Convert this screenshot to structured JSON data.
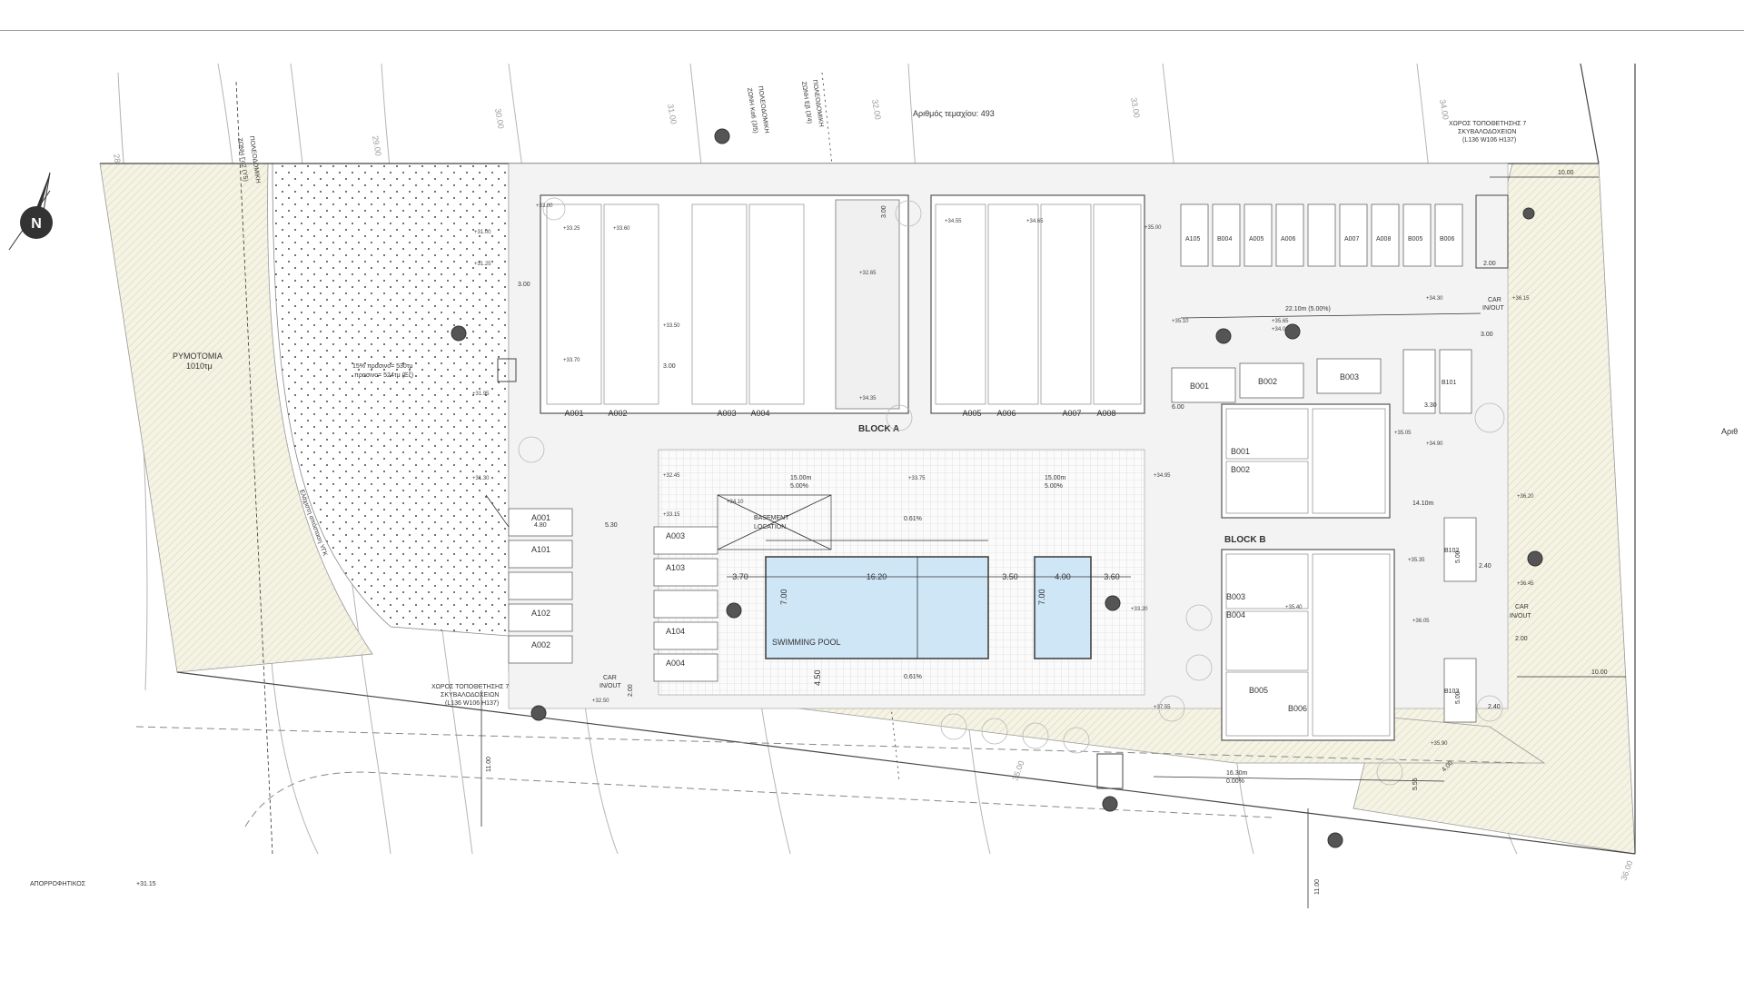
{
  "plot": {
    "parcel_label": "Αριθμός τεμαχίου: 493",
    "road_label": "ΡΥΜΟΤΟΜΙΑ",
    "road_area": "1010τμ",
    "green_line1": "15% πρασινο= 530τμ",
    "green_line2": "πρασινο= 524τμ (Εξ)",
    "zone_left_line1": "ΠΟΛΕΟΔΟΜΙΚΗ",
    "zone_left_line2": "ΖΩΝΗ Γα2 (Υ5)",
    "zone_center_line1": "ΠΟΛΕΟΔΟΜΙΚΗ",
    "zone_center_line2": "ΖΩΝΗ Κα6 (3/5)",
    "zone_right_line1": "ΠΟΛΕΟΔΟΜΙΚΗ",
    "zone_right_line2": "ΖΩΝΗ Εβ (3/4)",
    "green_strip_text": "Ελάχιστη απόσταση ΥΓΚ",
    "bin_area_top_line1": "ΧΩΡΟΣ ΤΟΠΟΘΕΤΗΣΗΣ 7",
    "bin_area_top_line2": "ΣΚΥΒΑΛΟΔΟΧΕΙΩΝ",
    "bin_area_top_line3": "(L136 W106 H137)",
    "bin_area_bottom_line1": "ΧΩΡΟΣ ΤΟΠΟΘΕΤΗΣΗΣ 7",
    "bin_area_bottom_line2": "ΣΚΥΒΑΛΟΔΟΧΕΙΩΝ",
    "bin_area_bottom_line3": "(L136 W106 H137)",
    "absorption_label": "ΑΠΟΡΡΟΦΗΤΙΚΟΣ",
    "absorption_level": "+31.15",
    "right_edge_text": "Αριθ",
    "north_label": "N"
  },
  "blocks": {
    "block_a": "BLOCK A",
    "block_b": "BLOCK B",
    "pool_label": "SWIMMING POOL",
    "basement_line1": "BASEMENT",
    "basement_line2": "LOCATION"
  },
  "units_a": [
    "A001",
    "A002",
    "A003",
    "A004",
    "A005",
    "A006",
    "A007",
    "A008"
  ],
  "units_b": [
    "B001",
    "B002",
    "B003",
    "B004",
    "B005",
    "B006"
  ],
  "parking_west": [
    "A001",
    "A101",
    "",
    "A102",
    "A002"
  ],
  "parking_mid": [
    "A003",
    "A103",
    "",
    "A104",
    "A004"
  ],
  "parking_north": [
    "A105",
    "B004",
    "A005",
    "A006",
    "",
    "A007",
    "A008",
    "B005",
    "B006"
  ],
  "parking_east": [
    "B001",
    "B002",
    "B003"
  ],
  "parking_east_side": [
    "B101",
    "B102",
    "B103"
  ],
  "car_in_out": [
    "CAR",
    "IN/OUT"
  ],
  "contours": [
    "28.00",
    "29.00",
    "30.00",
    "31.00",
    "32.00",
    "33.00",
    "34.00",
    "35.00",
    "36.00"
  ],
  "dimensions": {
    "pool_len": "16.20",
    "pool_w": "7.00",
    "pool_side_left": "3.70",
    "pool_gap": "3.50",
    "pool_small_len": "4.00",
    "pool_side_right": "3.60",
    "pool_setback": "4.50",
    "walk_a": "15.00m",
    "walk_a_slope": "5.00%",
    "walk_b": "15.00m",
    "walk_b_slope": "5.00%",
    "ramp_north": "22.10m (5.00%)",
    "ramp_south": "16.30m",
    "ramp_south_slope": "0.00%",
    "block_b_len": "14.10m",
    "pool_slope1": "0.61%",
    "pool_slope2": "0.61%",
    "d_300_a": "3.00",
    "d_300_b": "3.00",
    "d_300_c": "3.00",
    "d_300_d": "3.00",
    "d_480": "4.80",
    "d_530": "5.30",
    "d_600": "6.00",
    "d_200_a": "2.00",
    "d_200_b": "2.00",
    "d_200_c": "2.00",
    "d_330": "3.30",
    "d_500_a": "5.00",
    "d_500_b": "5.00",
    "d_240_a": "2.40",
    "d_240_b": "2.40",
    "d_1000_a": "10.00",
    "d_1000_b": "10.00",
    "d_1100_a": "11.00",
    "d_1100_b": "11.00",
    "d_555": "5.55",
    "d_400": "4.00"
  },
  "levels": [
    "+33.00",
    "+33.25",
    "+33.60",
    "+31.00",
    "+31.25",
    "+33.50",
    "+33.70",
    "+34.35",
    "+32.65",
    "+34.55",
    "+34.65",
    "+35.00",
    "+35.10",
    "+35.65",
    "+34.00",
    "+34.30",
    "+36.15",
    "+35.05",
    "+34.90",
    "+33.15",
    "+32.45",
    "+34.10",
    "+34.95",
    "+33.75",
    "+35.35",
    "+35.40",
    "+36.20",
    "+36.45",
    "+33.20",
    "+35.90",
    "+32.50",
    "+31.30",
    "+31.95",
    "+37.55",
    "+36.05"
  ]
}
